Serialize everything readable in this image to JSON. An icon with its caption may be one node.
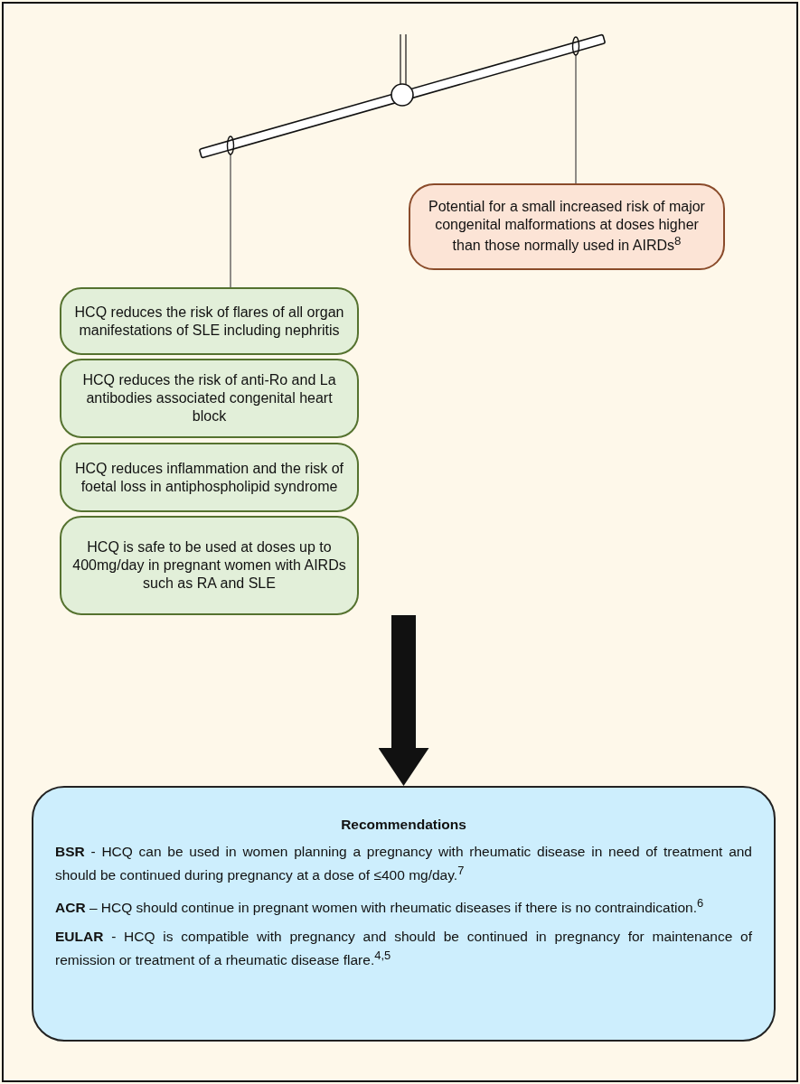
{
  "diagram": {
    "nodes": [
      {
        "text": [],
        "shape": "bar"
      },
      {
        "text": [
          "Potential for a small increased risk of major congenital malformations at doses higher than those normally used in AIRDs$^{8}$"
        ]
      },
      {
        "text": [
          "HCQ reduces the risk of flares of all organ manifestations of SLE including nephritis"
        ]
      },
      {
        "text": [
          "HCQ reduces the risk of anti-Ro and La antibodies associated congenital heart block"
        ]
      },
      {
        "text": [
          "HCQ reduces inflammation and the risk of foetal loss in antiphospholipid syndrome"
        ]
      },
      {
        "text": [
          "HCQ is safe to be used at doses up to 400mg/day in pregnant women with AIRDs such as RA and SLE"
        ]
      },
      {
        "text": [
          "Recommendations",
          "**BSR** - HCQ can be used in women planning a pregnancy with rheumatic disease in need of treatment and should be continued during pregnancy at a dose of ≤400 mg/day.$^{7}$",
          "**ACR** – HCQ should continue in pregnant women with rheumatic diseases if there is no contraindication.$^{6}$",
          "**EULAR** - HCQ is compatible with pregnancy and should be continued in pregnancy for maintenance of remission or treatment of a rheumatic disease flare.$^{4,5}$"
        ]
      }
    ],
    "edges": [
      {
        "from": 0,
        "to": 1,
        "arrow": "none"
      },
      {
        "from": 0,
        "to": 2,
        "arrow": "none"
      },
      {
        "from": 5,
        "to": 6,
        "arrow": "to",
        "style": "thick"
      }
    ]
  }
}
